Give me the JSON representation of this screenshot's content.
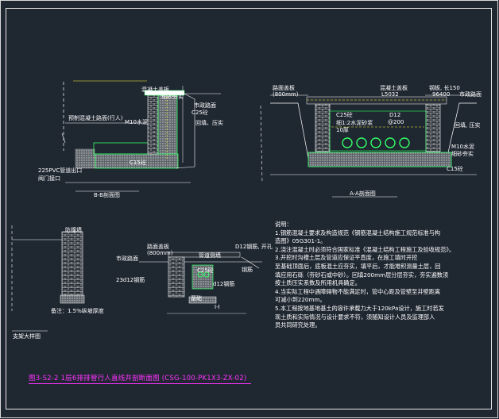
{
  "labels": {
    "bb_top_cover": "混凝土盖板",
    "bb_top_sand": "细砂夯实",
    "bb_road": "市政路面",
    "bb_pavement": "预制混凝土路面(行人)",
    "bb_c25": "C25砼",
    "bb_fill": "回填、压实",
    "bb_dim_hint": "M10水泥",
    "bb_pvc": "225PVC管道出口",
    "bb_outlet": "阀门接口",
    "bb_c15": "C15砼",
    "bb_caption": "B-B剖面图",
    "aa_cover_left": "路面盖板",
    "aa_cover_left2": "(800mm)",
    "aa_mid_top": "混凝土盖板",
    "aa_mid_top2": "L5032",
    "aa_right_top": "钢板, 长150",
    "aa_right_top2": "96400",
    "aa_road": "市政路面",
    "aa_c25": "C25砼",
    "aa_sand": "细1:2水泥砂浆",
    "aa_sand2": "10厚",
    "aa_d12": "D12",
    "aa_d12b": "@200",
    "aa_fill": "回填, 压实",
    "aa_m10": "M10水泥",
    "aa_m10b": "细砂夯实",
    "aa_c15": "C15砼",
    "aa_caption": "A-A剖面图",
    "det_top": "防撞墙",
    "det_note": "备注：1.5%纵坡厚度",
    "det_caption": "支架大样图",
    "cs_top_cover": "路面盖板",
    "cs_top_cover2": "(800mm)",
    "cs_road": "市政路面",
    "cs_wall": "管道侧墙",
    "cs_pipe": "23d12钢筋",
    "cs_c25": "C25砼",
    "cs_rebar": "d12钢筋",
    "cs_right": "D12钢筋, 开孔",
    "cs_right2": "钢筋",
    "cs_bottom": "基础",
    "cs_caption": "I-I"
  },
  "notes": {
    "title": "说明：",
    "lines": [
      "1.钢筋混凝土要求及构造规范《钢筋混凝土结构施工规范标准与构",
      "造图》05G301-1。",
      "2.浇注混凝土时必须符合国家标准《混凝土结构工程施工及验收规范》。",
      "3.开挖时沟槽土层及管道应保证平直度，在施工填时开挖",
      "至基础顶面后，底板混土应夯实，填平后，才能堆积测量土层，回",
      "填应用石砾（夯砂石或中砂）。回填200mm层分层夯实，夯实遍数须",
      "按土质压实系数及所用机具确定。",
      "4.当实际工程中遇障碍物不能满足时，管中心距及管壁至井壁距离",
      "可减小到220mm。",
      "5.本工程按地基地基土的容许承载力大于120kPa设计，施工时若发",
      "现土质和实际情况与设计要求不符，须随知设计人员及监理部人",
      "员共同研究处理。"
    ]
  },
  "figure_title": "图3-S2-2 1层6排排管行人直线井剖断面图 (CSG-100-PK1X3-ZX-02)",
  "colors": {
    "background": "#1f2731",
    "concrete": "#33ff66",
    "dimension": "#ffff33",
    "hatch": "#9fa3a6",
    "title": "#ff33ff"
  }
}
